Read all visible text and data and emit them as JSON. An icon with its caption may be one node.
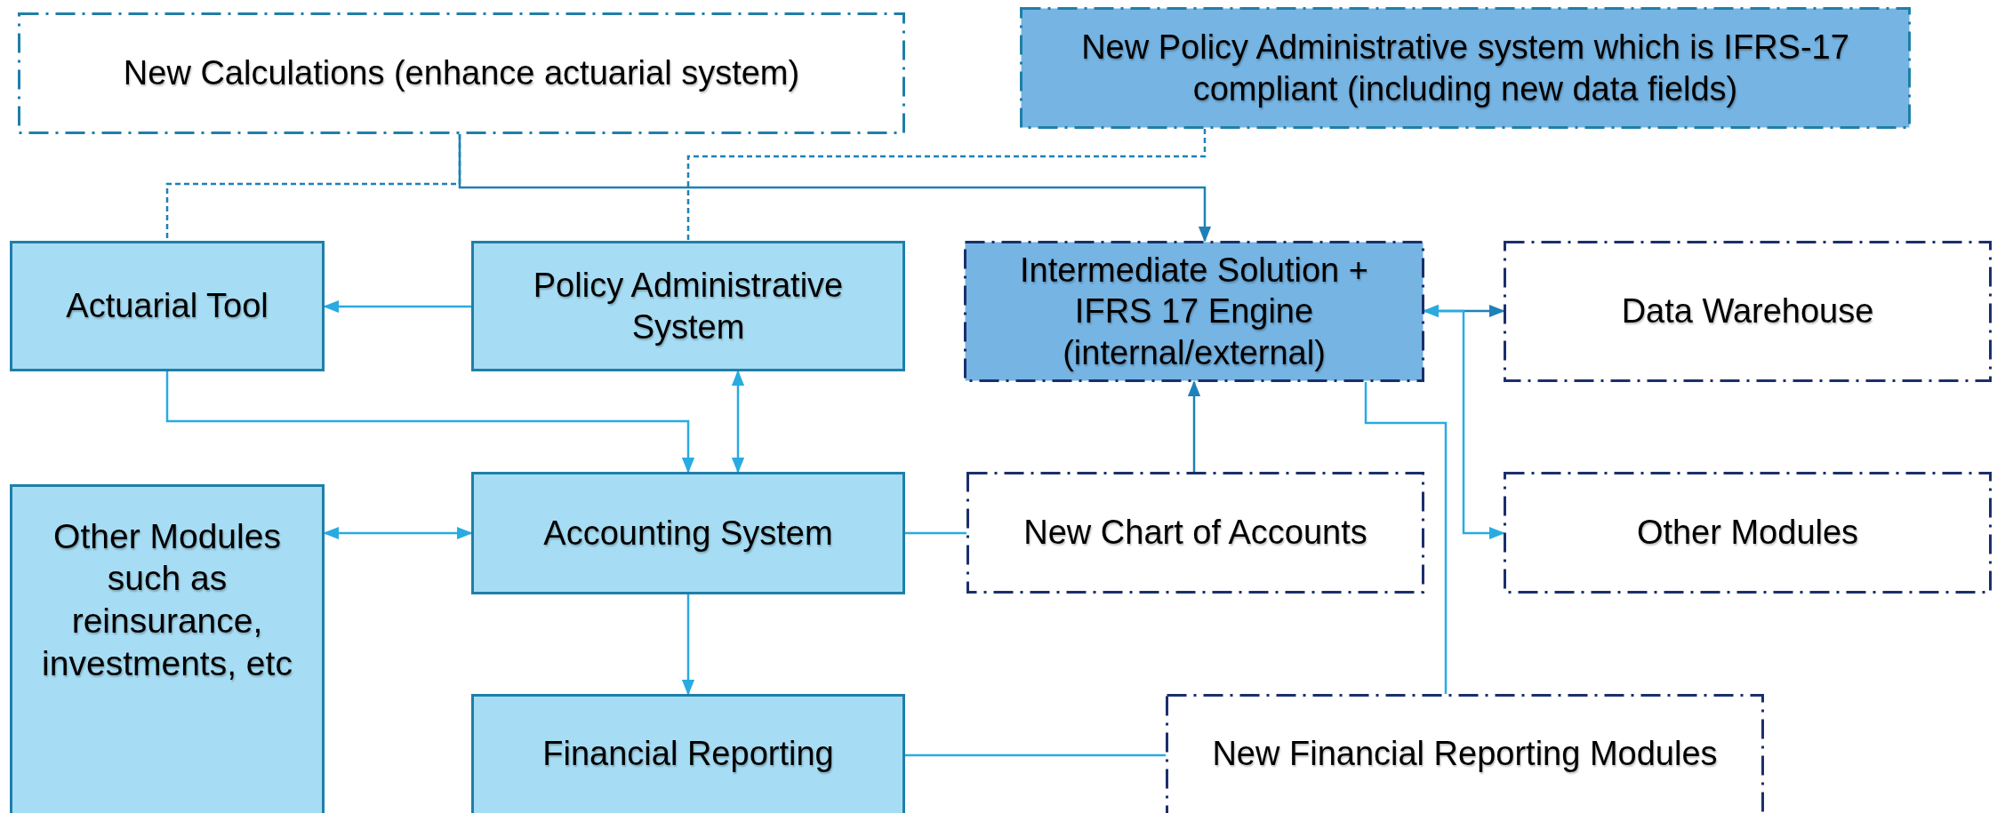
{
  "diagram": {
    "nodes": [
      {
        "text": [
          "New Calculations (enhance actuarial system)"
        ]
      },
      {
        "text": [
          "New Policy Administrative system which is IFRS-17 compliant (including new data fields)"
        ]
      },
      {
        "text": [
          "Actuarial Tool"
        ]
      },
      {
        "text": [
          "Policy Administrative System"
        ]
      },
      {
        "text": [
          "Intermediate Solution + IFRS 17 Engine (internal/external)"
        ]
      },
      {
        "text": [
          "Data Warehouse"
        ]
      },
      {
        "text": [
          "Other Modules such as reinsurance, investments, etc"
        ]
      },
      {
        "text": [
          "Accounting System"
        ]
      },
      {
        "text": [
          "New Chart of Accounts"
        ]
      },
      {
        "text": [
          "Other Modules"
        ]
      },
      {
        "text": [
          "Financial Reporting"
        ]
      },
      {
        "text": [
          "New Financial Reporting Modules"
        ]
      }
    ],
    "edges": [
      {
        "from": 0,
        "to": 4,
        "arrow": "to",
        "color": "#1f80b8"
      },
      {
        "from": 0,
        "to": 2,
        "arrow": "none",
        "style": "dashed",
        "color": "#1f80b8"
      },
      {
        "from": 1,
        "to": 3,
        "arrow": "none",
        "style": "dashed",
        "color": "#1f80b8"
      },
      {
        "from": 3,
        "to": 2,
        "arrow": "to"
      },
      {
        "from": 2,
        "to": 7,
        "arrow": "to"
      },
      {
        "from": 3,
        "to": 7,
        "arrow": "both"
      },
      {
        "from": 6,
        "to": 7,
        "arrow": "both"
      },
      {
        "from": 7,
        "to": 10,
        "arrow": "to"
      },
      {
        "from": 7,
        "to": 8,
        "arrow": "none"
      },
      {
        "from": 8,
        "to": 4,
        "arrow": "to",
        "color": "#1f80b8"
      },
      {
        "from": 4,
        "to": 5,
        "arrow": "both",
        "color": "#1f80b8"
      },
      {
        "from": 4,
        "to": 9,
        "arrow": "both"
      },
      {
        "from": 4,
        "to": 11,
        "arrow": "none"
      },
      {
        "from": 10,
        "to": 11,
        "arrow": "none"
      }
    ]
  }
}
